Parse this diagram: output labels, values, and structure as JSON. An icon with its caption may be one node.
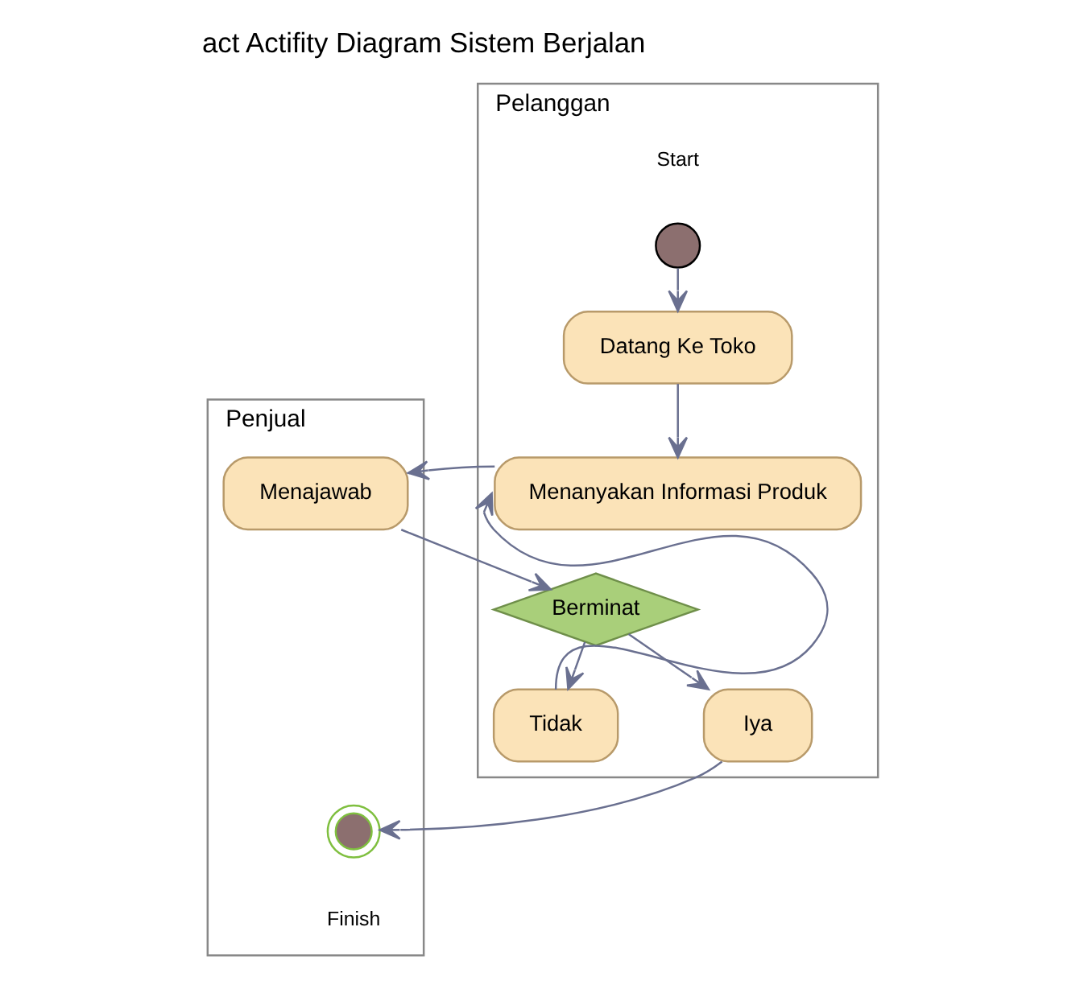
{
  "diagram": {
    "title": "act Actifity Diagram Sistem Berjalan",
    "nodes": [
      {
        "text": [
          "Pelanggan"
        ]
      },
      {
        "text": [
          "Penjual"
        ]
      },
      {
        "text": [],
        "shape": "circle",
        "in": 0,
        "beside": [
          "Start"
        ]
      },
      {
        "text": [
          "Datang Ke Toko"
        ],
        "in": 0
      },
      {
        "text": [
          "Menanyakan Informasi Produk"
        ],
        "in": 0
      },
      {
        "text": [
          "Menajawab"
        ],
        "in": 1
      },
      {
        "text": [
          "Berminat"
        ],
        "in": 0
      },
      {
        "text": [
          "Tidak"
        ],
        "in": 0
      },
      {
        "text": [
          "Iya"
        ],
        "in": 0
      },
      {
        "text": [],
        "shape": "circle",
        "in": 1,
        "beside": [
          "Finish"
        ]
      }
    ],
    "edges": [
      {
        "from": 2,
        "to": 3,
        "arrow": "to"
      },
      {
        "from": 3,
        "to": 4,
        "arrow": "to"
      },
      {
        "from": 4,
        "to": 5,
        "arrow": "to"
      },
      {
        "from": 5,
        "to": 6,
        "arrow": "to"
      },
      {
        "from": 6,
        "to": 7,
        "arrow": "to"
      },
      {
        "from": 6,
        "to": 8,
        "arrow": "to"
      },
      {
        "from": 7,
        "to": 4,
        "arrow": "to"
      },
      {
        "from": 8,
        "to": 9,
        "arrow": "to"
      }
    ]
  }
}
